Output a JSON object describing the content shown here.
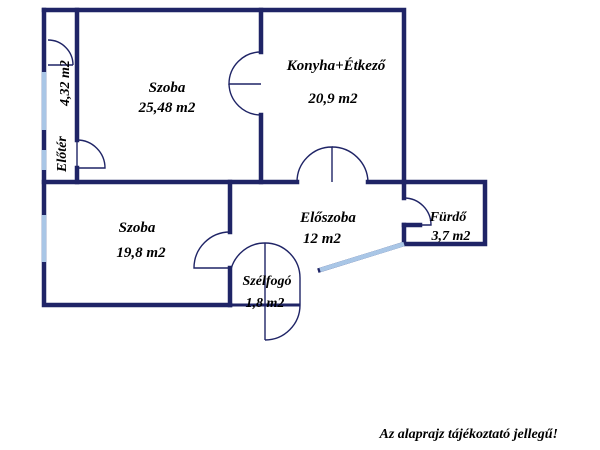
{
  "rooms": [
    {
      "id": "eloter",
      "name": "Előtér",
      "area": "4,32 m2"
    },
    {
      "id": "szoba1",
      "name": "Szoba",
      "area": "25,48 m2"
    },
    {
      "id": "konyha",
      "name": "Konyha+Étkező",
      "area": "20,9 m2"
    },
    {
      "id": "szoba2",
      "name": "Szoba",
      "area": "19,8 m2"
    },
    {
      "id": "eloszoba",
      "name": "Előszoba",
      "area": "12 m2"
    },
    {
      "id": "furdo",
      "name": "Fürdő",
      "area": "3,7 m2"
    },
    {
      "id": "szelfogo",
      "name": "Szélfogó",
      "area": "1,8 m2"
    }
  ],
  "note": "Az alaprajz tájékoztató jellegű!",
  "colors": {
    "wall": "#1f2466",
    "window": "#a9c6e6",
    "text": "#000000"
  }
}
